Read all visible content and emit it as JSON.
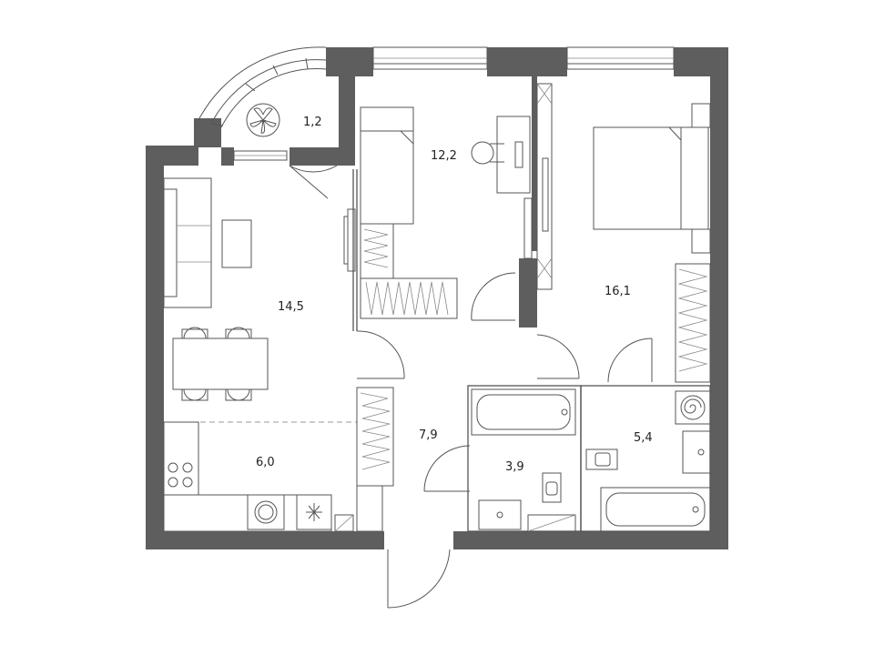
{
  "rooms": {
    "balcony": "1,2",
    "bedroom_small": "12,2",
    "bedroom_large": "16,1",
    "living": "14,5",
    "kitchen": "6,0",
    "hall": "7,9",
    "bath_small": "3,9",
    "bath_large": "5,4"
  },
  "colors": {
    "wall": "#5e5e5e",
    "line": "#555555",
    "background": "#ffffff"
  }
}
